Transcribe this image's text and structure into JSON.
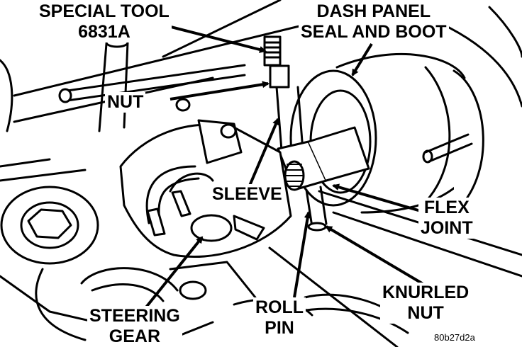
{
  "labels": {
    "special_tool": {
      "line1": "SPECIAL TOOL",
      "line2": "6831A"
    },
    "dash_panel": {
      "line1": "DASH PANEL",
      "line2": "SEAL AND BOOT"
    },
    "nut": "NUT",
    "sleeve": "SLEEVE",
    "flex_joint": {
      "line1": "FLEX",
      "line2": "JOINT"
    },
    "knurled_nut": {
      "line1": "KNURLED",
      "line2": "NUT"
    },
    "roll_pin": {
      "line1": "ROLL",
      "line2": "PIN"
    },
    "steering_gear": {
      "line1": "STEERING",
      "line2": "GEAR"
    }
  },
  "reference_code": "80b27d2a",
  "colors": {
    "ink": "#000000",
    "paper": "#ffffff"
  }
}
